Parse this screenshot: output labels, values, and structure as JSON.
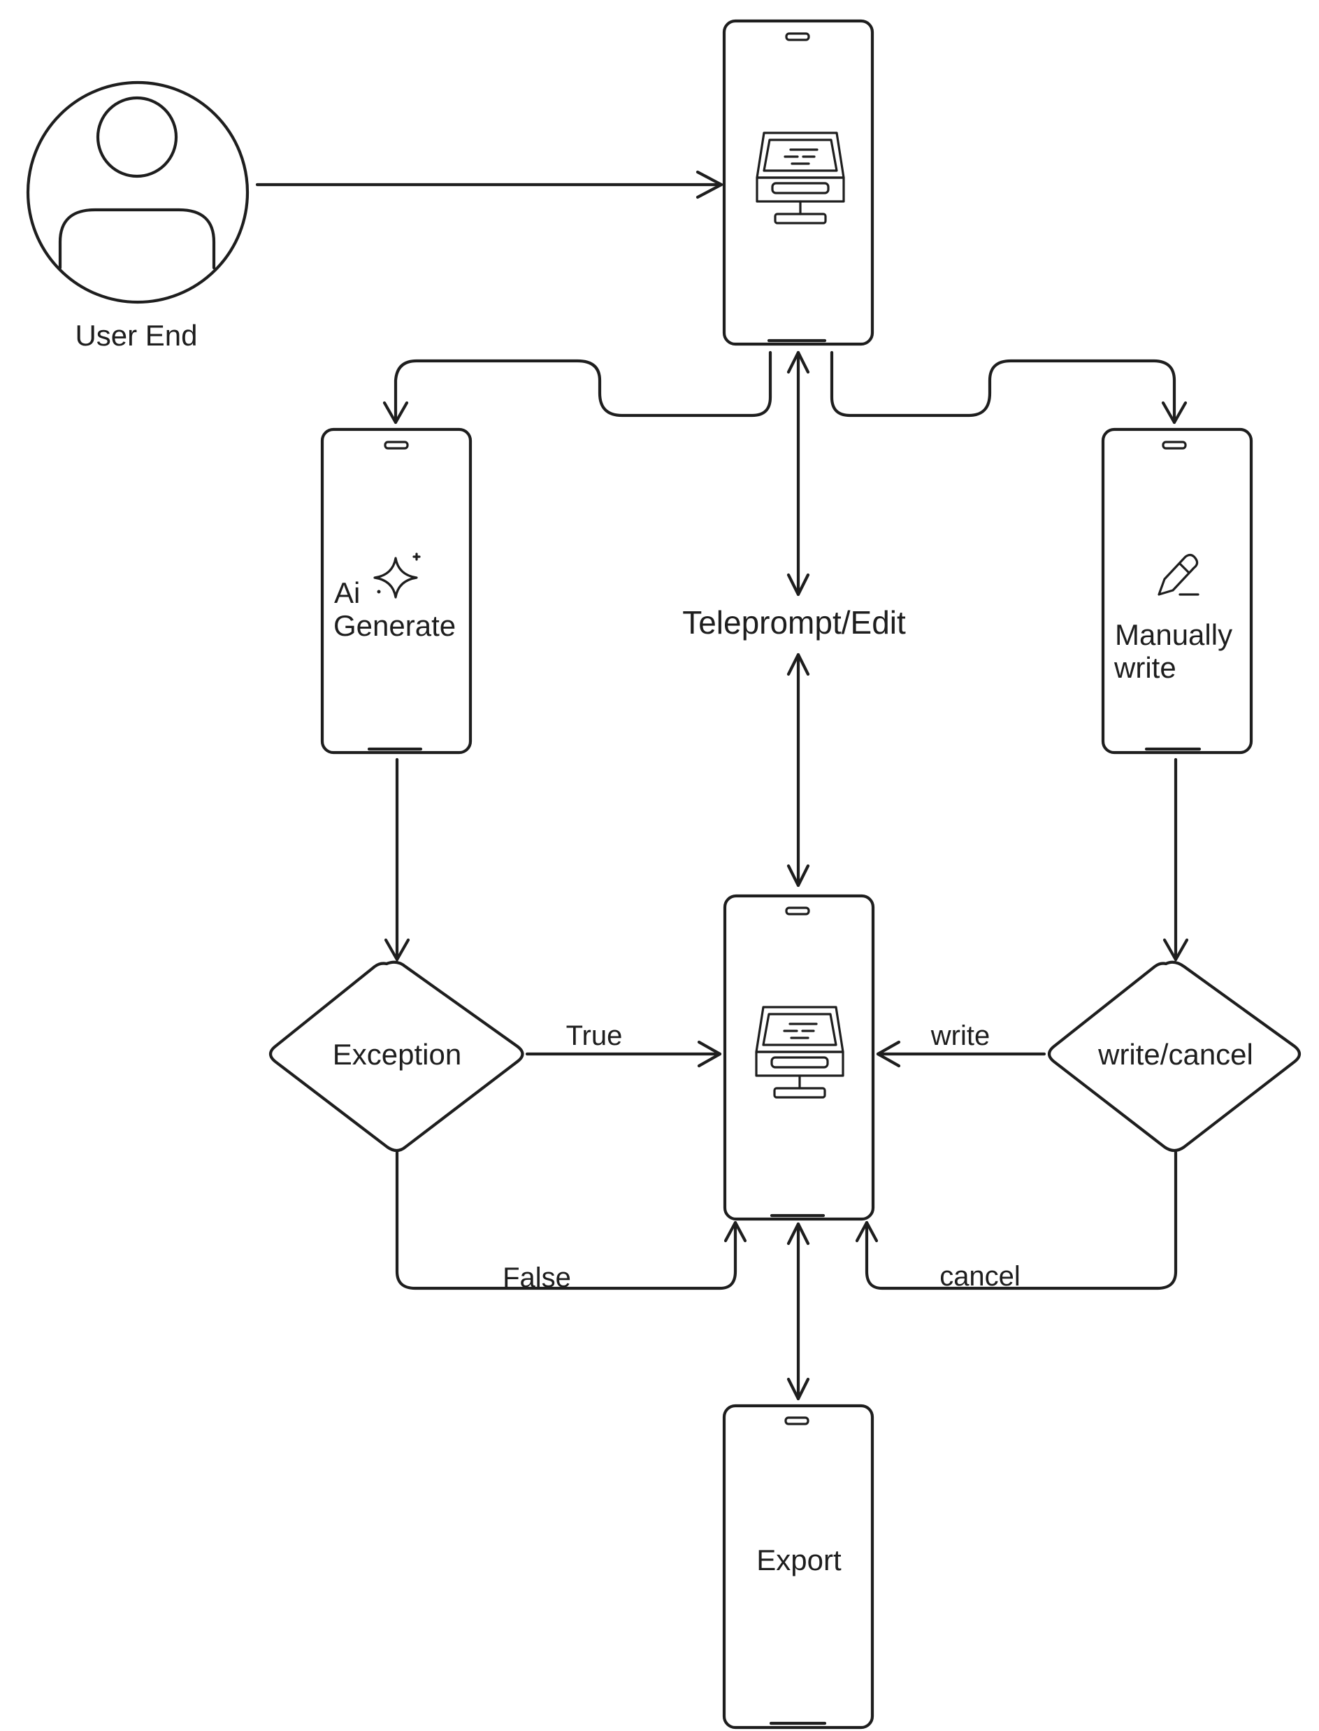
{
  "nodes": {
    "user": {
      "label": "User End"
    },
    "ai_generate": {
      "label_line1": "Ai",
      "label_line2": "Generate"
    },
    "manual_write": {
      "label_line1": "Manually",
      "label_line2": "write"
    },
    "teleprompt": {
      "label": "Teleprompt/Edit"
    },
    "exception": {
      "label": "Exception"
    },
    "write_cancel": {
      "label": "write/cancel"
    },
    "export": {
      "label": "Export"
    }
  },
  "edges": {
    "true_label": "True",
    "false_label": "False",
    "write_label": "write",
    "cancel_label": "cancel"
  },
  "icons": {
    "top_device_icon": "teleprompter-monitor-icon",
    "middle_device_icon": "teleprompter-monitor-icon",
    "ai_icon": "sparkle-icon",
    "manual_icon": "pencil-icon",
    "user_icon": "user-avatar-icon"
  }
}
